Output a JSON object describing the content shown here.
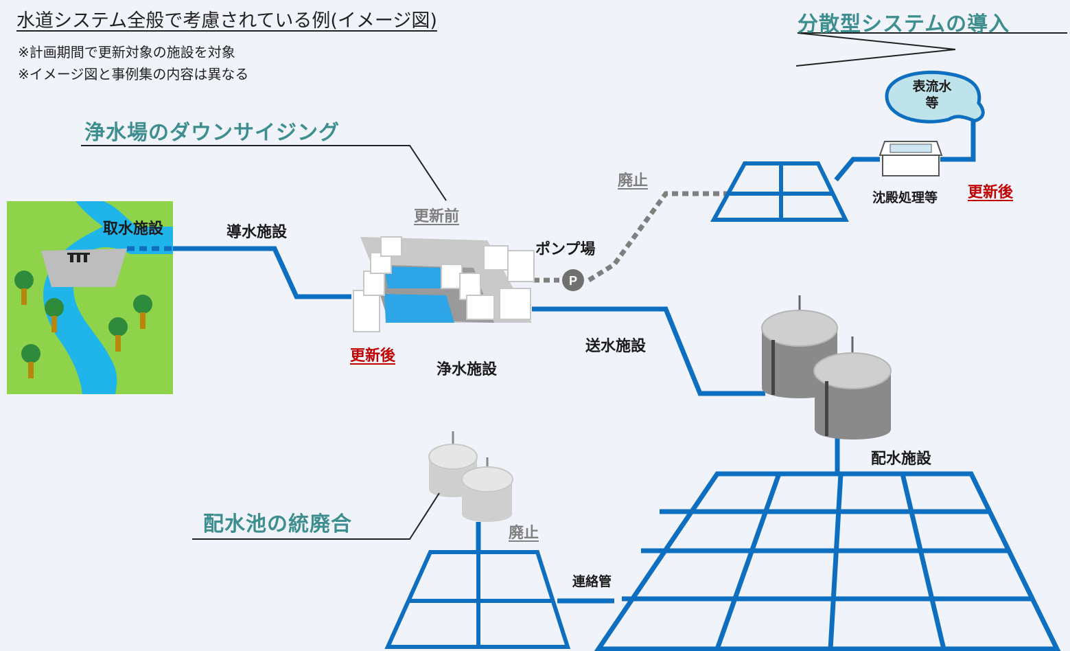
{
  "title": "水道システム全般で考慮されている例(イメージ図)",
  "notes": [
    "※計画期間で更新対象の施設を対象",
    "※イメージ図と事例集の内容は異なる"
  ],
  "callouts": {
    "downsizing": "浄水場のダウンサイジング",
    "distributed": "分散型システムの導入",
    "consolidation": "配水池の統廃合"
  },
  "labels": {
    "intake": "取水施設",
    "conveyance": "導水施設",
    "purification": "浄水施設",
    "pump": "ポンプ場",
    "transmission": "送水施設",
    "distribution": "配水施設",
    "sedimentation": "沈殿処理等",
    "connection_pipe": "連絡管",
    "surface_water_line1": "表流水",
    "surface_water_line2": "等",
    "pump_symbol": "P"
  },
  "status": {
    "before_update": "更新前",
    "after_update_plant": "更新後",
    "after_update_distributed": "更新後",
    "abolished_pump_line": "廃止",
    "abolished_reservoir": "廃止"
  },
  "colors": {
    "pipe": "#0e6fc1",
    "teal_heading": "#3d8e8e",
    "after_update": "#c00000",
    "abolished": "#7f7f7f",
    "land": "#8ed34a",
    "river": "#1fb4ea",
    "cloud": "#bfe3ea"
  }
}
